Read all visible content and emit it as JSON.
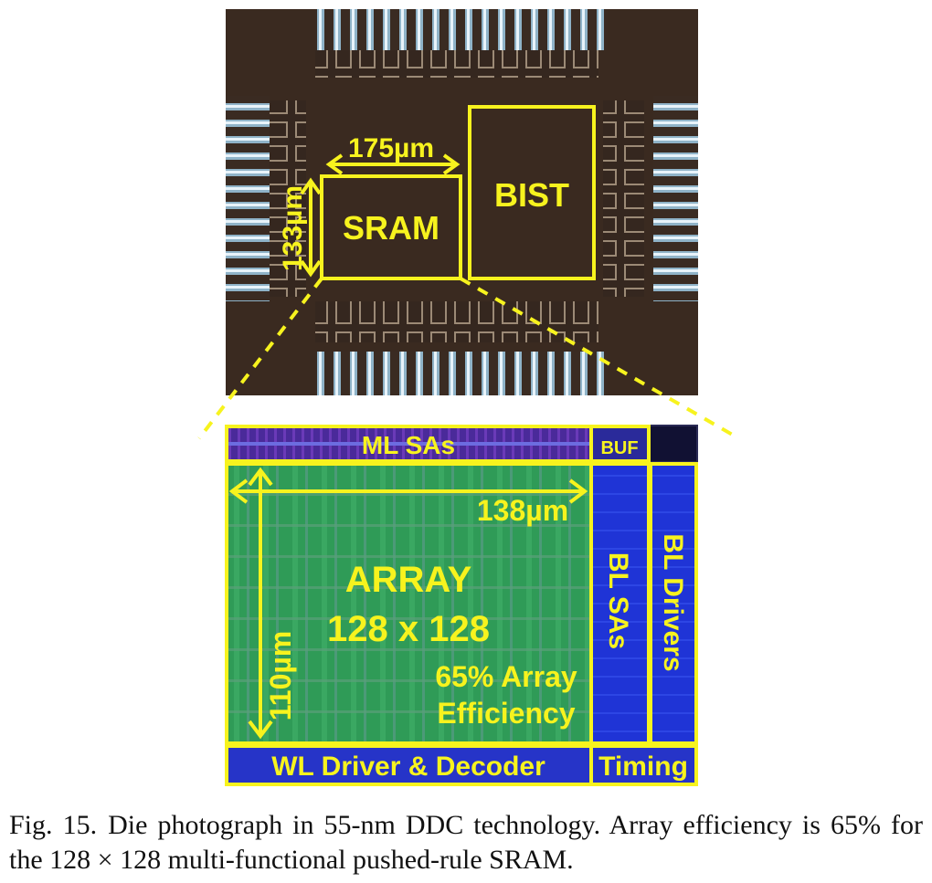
{
  "die_photo": {
    "sram_label": "SRAM",
    "bist_label": "BIST",
    "width_label": "175µm",
    "height_label": "133µm"
  },
  "layout_zoom": {
    "ml_sas_label": "ML SAs",
    "buf_label": "BUF",
    "array_label": "ARRAY",
    "array_size_label": "128 x 128",
    "efficiency_line1": "65% Array",
    "efficiency_line2": "Efficiency",
    "width_label": "138µm",
    "height_label": "110µm",
    "bl_sas_label": "BL SAs",
    "bl_drivers_label": "BL Drivers",
    "wl_driver_label": "WL Driver & Decoder",
    "timing_label": "Timing"
  },
  "caption": {
    "figure_number": "Fig. 15.",
    "text": "Die photograph in 55-nm DDC technology. Array efficiency is 65% for the 128 × 128 multi-functional pushed-rule SRAM."
  },
  "colors": {
    "annotation": "#f7f31e",
    "die_background": "#3a2a20",
    "array_green": "#2e9a55",
    "blue_block": "#1d2fd8"
  }
}
